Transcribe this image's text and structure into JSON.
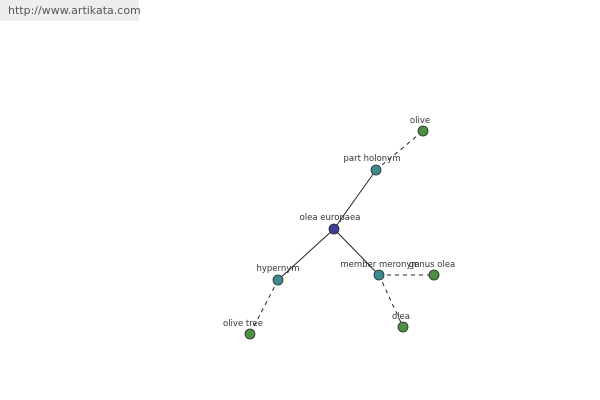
{
  "site": {
    "url_text": "http://www.artikata.com"
  },
  "graph": {
    "nodes": [
      {
        "id": "n0",
        "label": "olea europaea",
        "kind": "center"
      },
      {
        "id": "n1",
        "label": "part holonym",
        "kind": "relation"
      },
      {
        "id": "n2",
        "label": "olive",
        "kind": "term"
      },
      {
        "id": "n3",
        "label": "hypernym",
        "kind": "relation"
      },
      {
        "id": "n4",
        "label": "olive tree",
        "kind": "term"
      },
      {
        "id": "n5",
        "label": "member meronym",
        "kind": "relation"
      },
      {
        "id": "n6",
        "label": "genus olea",
        "kind": "term"
      },
      {
        "id": "n7",
        "label": "olea",
        "kind": "term"
      }
    ],
    "edges": [
      {
        "from": "n0",
        "to": "n1",
        "style": "solid"
      },
      {
        "from": "n1",
        "to": "n2",
        "style": "dashed"
      },
      {
        "from": "n0",
        "to": "n3",
        "style": "solid"
      },
      {
        "from": "n3",
        "to": "n4",
        "style": "dashed"
      },
      {
        "from": "n0",
        "to": "n5",
        "style": "solid"
      },
      {
        "from": "n5",
        "to": "n6",
        "style": "dashed"
      },
      {
        "from": "n5",
        "to": "n7",
        "style": "dashed"
      }
    ],
    "colors": {
      "center": "#3b3f8f",
      "relation": "#3f8a8c",
      "term": "#4f8f45",
      "node_stroke": "#2b2b2b",
      "edge": "#222222"
    }
  }
}
